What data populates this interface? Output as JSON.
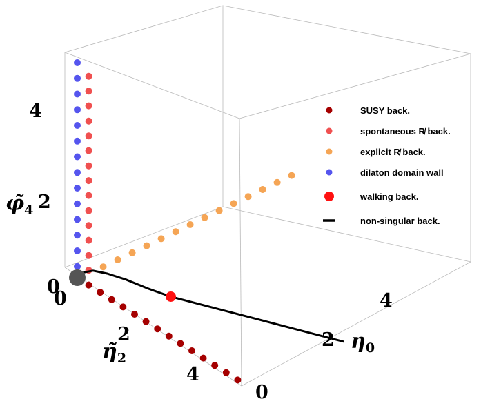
{
  "chart_data": {
    "type": "scatter",
    "dimensions": 3,
    "xlabel": "η̃₂",
    "ylabel": "η₀",
    "zlabel": "φ̃₄",
    "xlim": [
      0,
      6
    ],
    "ylim": [
      0,
      6
    ],
    "zlim": [
      0,
      5
    ],
    "x_ticks": [
      0,
      2,
      4
    ],
    "y_ticks": [
      0,
      2,
      4
    ],
    "z_ticks": [
      0,
      2,
      4
    ],
    "grid": false,
    "legend_position": "right",
    "series": [
      {
        "name": "SUSY back.",
        "color": "#a50000",
        "marker": "dot",
        "points": [
          [
            0.0,
            0,
            0
          ],
          [
            0.4,
            0,
            0
          ],
          [
            0.8,
            0,
            0
          ],
          [
            1.2,
            0,
            0
          ],
          [
            1.6,
            0,
            0
          ],
          [
            2.0,
            0,
            0
          ],
          [
            2.4,
            0,
            0
          ],
          [
            2.8,
            0,
            0
          ],
          [
            3.2,
            0,
            0
          ],
          [
            3.6,
            0,
            0
          ],
          [
            4.0,
            0,
            0
          ],
          [
            4.4,
            0,
            0
          ],
          [
            4.8,
            0,
            0
          ],
          [
            5.2,
            0,
            0
          ],
          [
            5.6,
            0,
            0
          ]
        ]
      },
      {
        "name": "spontaneous R̸ back.",
        "color": "#f05050",
        "marker": "dot",
        "points": [
          [
            0.4,
            0,
            0.0
          ],
          [
            0.4,
            0,
            0.33
          ],
          [
            0.4,
            0,
            0.66
          ],
          [
            0.4,
            0,
            1.0
          ],
          [
            0.4,
            0,
            1.33
          ],
          [
            0.4,
            0,
            1.66
          ],
          [
            0.4,
            0,
            2.0
          ],
          [
            0.4,
            0,
            2.33
          ],
          [
            0.4,
            0,
            2.66
          ],
          [
            0.4,
            0,
            3.0
          ],
          [
            0.4,
            0,
            3.33
          ],
          [
            0.4,
            0,
            3.66
          ],
          [
            0.4,
            0,
            4.0
          ],
          [
            0.4,
            0,
            4.33
          ],
          [
            0.4,
            0,
            4.66
          ]
        ]
      },
      {
        "name": "explicit R̸ back.",
        "color": "#f5a555",
        "marker": "dot",
        "points": [
          [
            0.4,
            0.4,
            0.25
          ],
          [
            0.4,
            0.8,
            0.25
          ],
          [
            0.4,
            1.2,
            0.25
          ],
          [
            0.4,
            1.6,
            0.25
          ],
          [
            0.4,
            2.0,
            0.25
          ],
          [
            0.4,
            2.4,
            0.25
          ],
          [
            0.4,
            2.8,
            0.25
          ],
          [
            0.4,
            3.2,
            0.25
          ],
          [
            0.4,
            3.6,
            0.25
          ],
          [
            0.4,
            4.0,
            0.25
          ],
          [
            0.4,
            4.4,
            0.25
          ],
          [
            0.4,
            4.8,
            0.25
          ],
          [
            0.4,
            5.2,
            0.25
          ],
          [
            0.4,
            5.6,
            0.25
          ]
        ]
      },
      {
        "name": "dilaton domain wall",
        "color": "#5555ee",
        "marker": "dot",
        "points": [
          [
            0,
            0,
            0.25
          ],
          [
            0,
            0,
            0.6
          ],
          [
            0,
            0,
            0.95
          ],
          [
            0,
            0,
            1.3
          ],
          [
            0,
            0,
            1.65
          ],
          [
            0,
            0,
            2.0
          ],
          [
            0,
            0,
            2.35
          ],
          [
            0,
            0,
            2.7
          ],
          [
            0,
            0,
            3.05
          ],
          [
            0,
            0,
            3.4
          ],
          [
            0,
            0,
            3.75
          ],
          [
            0,
            0,
            4.1
          ],
          [
            0,
            0,
            4.45
          ],
          [
            0,
            0,
            4.8
          ]
        ]
      },
      {
        "name": "walking back.",
        "color": "#ff1111",
        "marker": "large-dot",
        "points": [
          [
            2.0,
            1.0,
            0
          ]
        ]
      },
      {
        "name": "non-singular back.",
        "color": "#000000",
        "marker": "line",
        "points": [
          [
            0,
            0,
            0
          ],
          [
            0.1,
            0.1,
            0.12
          ],
          [
            0.3,
            0.2,
            0.2
          ],
          [
            0.6,
            0.35,
            0.2
          ],
          [
            1.0,
            0.55,
            0.15
          ],
          [
            1.5,
            0.75,
            0.08
          ],
          [
            2.0,
            1.0,
            0
          ],
          [
            3.0,
            1.4,
            0
          ],
          [
            4.0,
            1.8,
            0
          ],
          [
            5.0,
            2.2,
            0
          ],
          [
            6.0,
            2.6,
            0
          ]
        ]
      }
    ],
    "special_points": [
      {
        "point": [
          0,
          0,
          0
        ],
        "color": "#555555",
        "marker": "large-dot"
      }
    ]
  }
}
